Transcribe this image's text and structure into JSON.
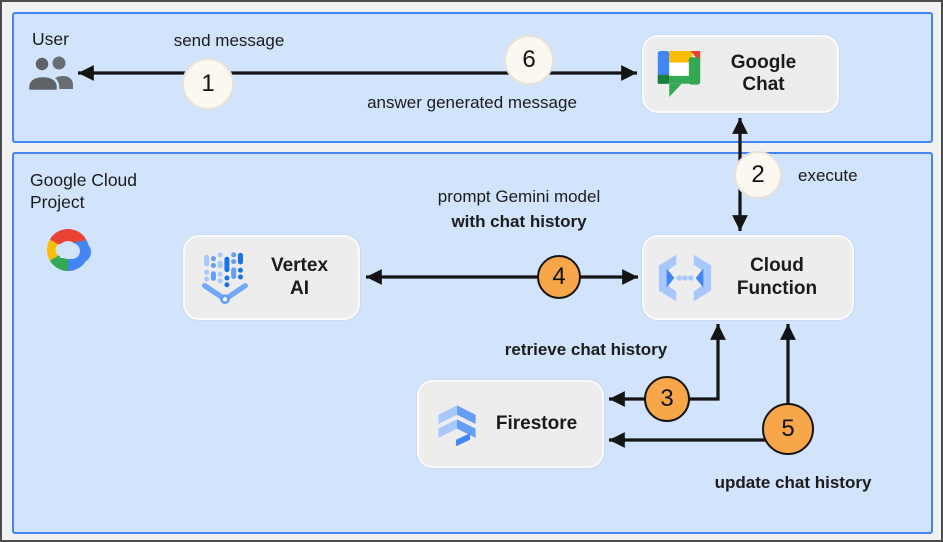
{
  "zones": {
    "user": {
      "label": "User"
    },
    "gcp": {
      "label_line1": "Google Cloud",
      "label_line2": "Project"
    }
  },
  "nodes": {
    "google_chat": {
      "line1": "Google",
      "line2": "Chat",
      "icon": "google-chat-icon"
    },
    "vertex_ai": {
      "line1": "Vertex",
      "line2": "AI",
      "icon": "vertex-ai-icon"
    },
    "cloud_function": {
      "line1": "Cloud",
      "line2": "Function",
      "icon": "cloud-functions-icon"
    },
    "firestore": {
      "label": "Firestore",
      "icon": "firestore-icon"
    }
  },
  "steps": {
    "s1": {
      "number": "1",
      "style": "neutral"
    },
    "s2": {
      "number": "2",
      "style": "neutral"
    },
    "s3": {
      "number": "3",
      "style": "orange"
    },
    "s4": {
      "number": "4",
      "style": "orange"
    },
    "s5": {
      "number": "5",
      "style": "orange"
    },
    "s6": {
      "number": "6",
      "style": "neutral"
    }
  },
  "edge_labels": {
    "send_message": "send message",
    "answer_generated_message": "answer generated message",
    "execute": "execute",
    "prompt_gemini_line1": "prompt Gemini model",
    "prompt_gemini_line2": "with chat history",
    "retrieve_chat_history": "retrieve chat history",
    "update_chat_history": "update chat history"
  },
  "colors": {
    "zone_fill": "#d2e3fc",
    "zone_border": "#4285f4",
    "node_fill": "#ededed",
    "step_neutral_fill": "#fbf8f1",
    "step_orange_fill": "#f7a64a",
    "arrow": "#141414",
    "canvas_bg": "#eff1f3",
    "canvas_border": "#4c4c4c",
    "icon_gray": "#5f6368",
    "google_blue": "#4285f4",
    "google_red": "#ea4335",
    "google_yellow": "#fbbc04",
    "google_green": "#34a853",
    "green_dark": "#188038",
    "blue_light": "#a8c7fa",
    "blue_mid": "#669df6",
    "blue_dark": "#1a73e8"
  }
}
